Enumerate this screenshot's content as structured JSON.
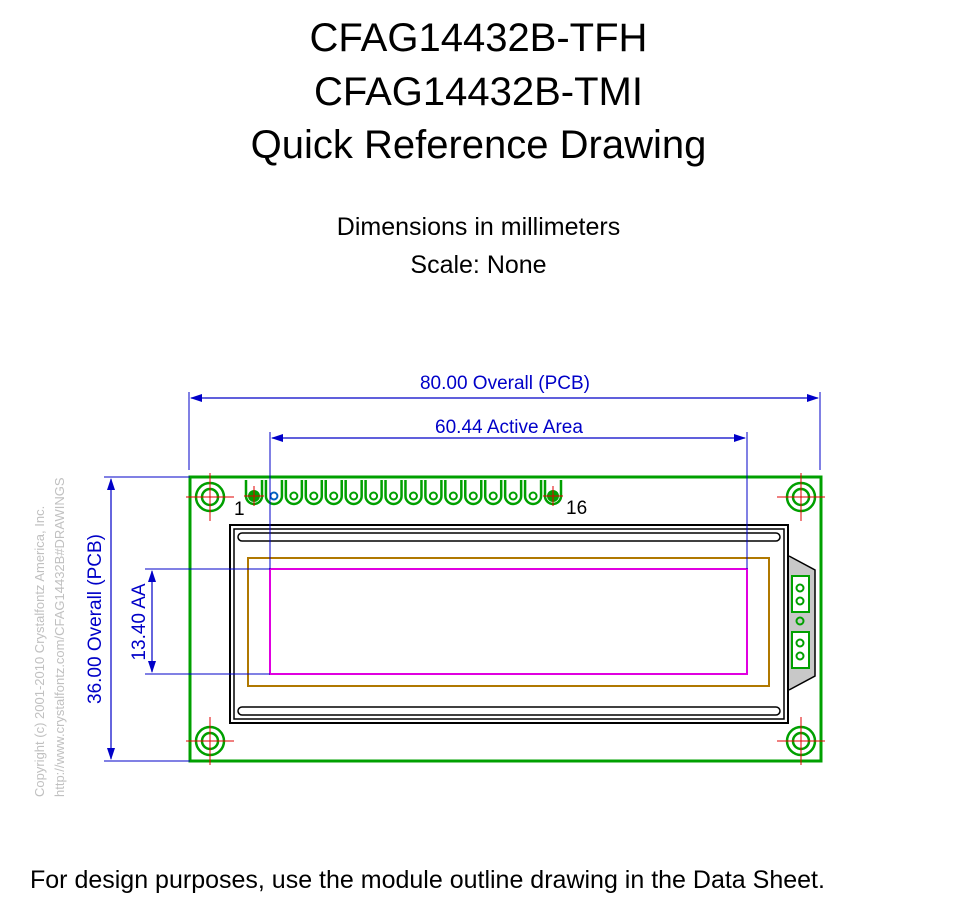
{
  "header": {
    "title_line1": "CFAG14432B-TFH",
    "title_line2": "CFAG14432B-TMI",
    "title_line3": "Quick Reference Drawing",
    "units_note": "Dimensions in millimeters",
    "scale_note": "Scale: None"
  },
  "dimensions": {
    "overall_width": "80.00 Overall (PCB)",
    "active_width": "60.44 Active Area",
    "overall_height": "36.00 Overall (PCB)",
    "active_height": "13.40 AA"
  },
  "pins": {
    "first_label": "1",
    "last_label": "16",
    "count": 16
  },
  "copyright": {
    "line1": "Copyright (c) 2001-2010 Crystalfontz America, Inc.",
    "line2": "http://www.crystalfontz.com/CFAG14432B#DRAWINGS"
  },
  "footer": {
    "note": "For design purposes, use the module outline drawing in the Data Sheet."
  },
  "colors": {
    "dimension": "#0000c8",
    "pcb": "#00a000",
    "active_area": "#e000e0",
    "viewing_area": "#b07800",
    "crosshair": "#e00000",
    "copyright": "#c0c0c0"
  }
}
